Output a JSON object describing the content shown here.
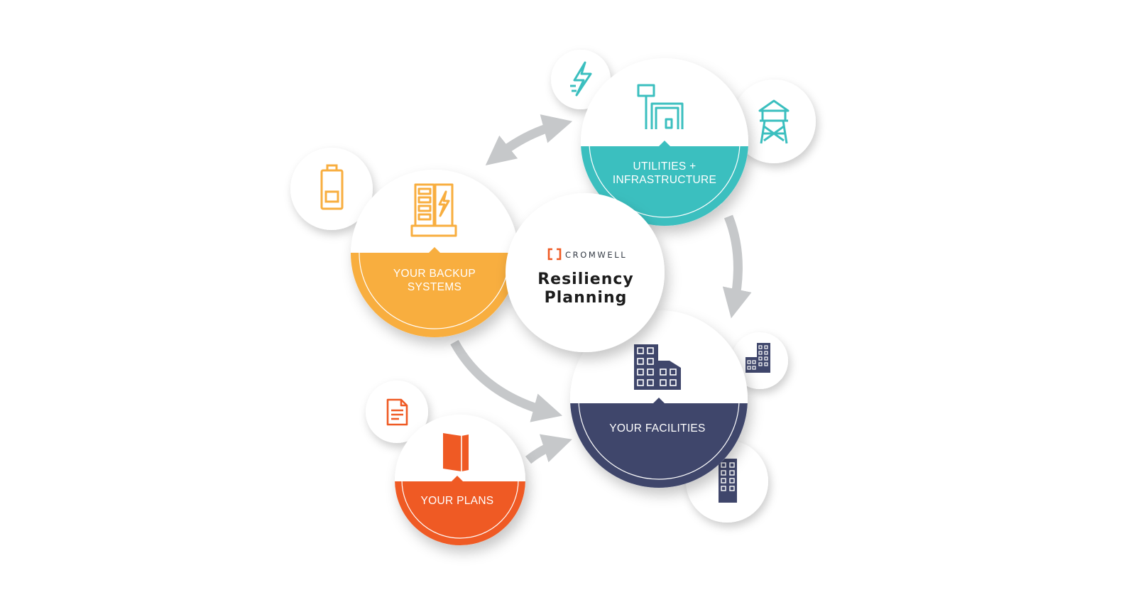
{
  "center": {
    "brand": "CROMWELL",
    "title_line1": "Resiliency",
    "title_line2": "Planning"
  },
  "nodes": {
    "backup_systems": {
      "line1": "YOUR BACKUP",
      "line2": "SYSTEMS",
      "color": "#f8ae3f"
    },
    "utilities": {
      "line1": "UTILITIES +",
      "line2": "INFRASTRUCTURE",
      "color": "#3bbfbf"
    },
    "facilities": {
      "label": "YOUR FACILITIES",
      "color": "#3f466b"
    },
    "plans": {
      "label": "YOUR PLANS",
      "color": "#ef5a24"
    }
  },
  "satellite_icons": {
    "battery": "battery-icon",
    "lightning": "lightning-icon",
    "water_tower": "water-tower-icon",
    "small_building": "small-building-icon",
    "tall_building": "tall-building-icon",
    "document": "document-icon"
  },
  "colors": {
    "arrow": "#c6c8ca",
    "brand_accent": "#ef5a24"
  }
}
